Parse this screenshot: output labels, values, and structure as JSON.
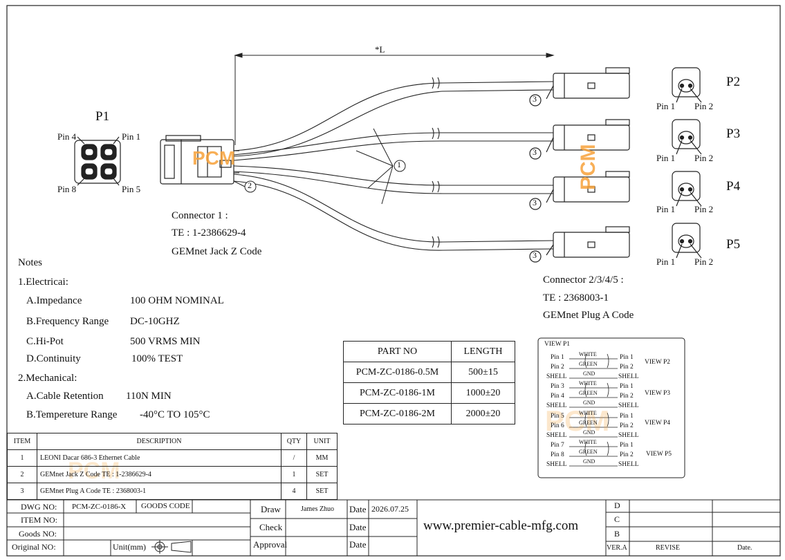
{
  "dimension": {
    "length_label": "*L"
  },
  "connector_p1": {
    "title": "P1",
    "pins": {
      "pin4": "Pin 4",
      "pin1": "Pin 1",
      "pin8": "Pin 8",
      "pin5": "Pin 5"
    },
    "caption": [
      "Connector 1 :",
      "TE : 1-2386629-4",
      "GEMnet Jack Z Code"
    ]
  },
  "connectors_p2_p5": {
    "titles": [
      "P2",
      "P3",
      "P4",
      "P5"
    ],
    "pin_left": "Pin 1",
    "pin_right": "Pin 2",
    "caption": [
      "Connector 2/3/4/5 :",
      "TE : 2368003-1",
      "GEMnet Plug A Code"
    ]
  },
  "callouts": {
    "cable": "1",
    "jack": "2",
    "plug": "3"
  },
  "watermark": "PCM",
  "notes": {
    "title": "Notes",
    "electrical_title": "1.Electricai:",
    "electrical": [
      {
        "label": "A.Impedance",
        "value": "100 OHM NOMINAL"
      },
      {
        "label": "B.Frequency Range",
        "value": "DC-10GHZ"
      },
      {
        "label": "C.Hi-Pot",
        "value": "500 VRMS MIN"
      },
      {
        "label": "D.Continuity",
        "value": "100% TEST"
      }
    ],
    "mechanical_title": "2.Mechanical:",
    "mechanical": [
      {
        "label": "A.Cable Retention",
        "value": "110N MIN"
      },
      {
        "label": "B.Tempereture Range",
        "value": "-40°C TO 105°C"
      }
    ]
  },
  "part_table": {
    "headers": [
      "PART NO",
      "LENGTH"
    ],
    "rows": [
      [
        "PCM-ZC-0186-0.5M",
        "500±15"
      ],
      [
        "PCM-ZC-0186-1M",
        "1000±20"
      ],
      [
        "PCM-ZC-0186-2M",
        "2000±20"
      ]
    ]
  },
  "wiring": {
    "title": "VIEW P1",
    "groups": [
      {
        "view": "VIEW P2",
        "rows": [
          [
            "Pin 1",
            "WHITE",
            "Pin 1"
          ],
          [
            "Pin 2",
            "GREEN",
            "Pin 2"
          ],
          [
            "SHELL",
            "GND",
            "SHELL"
          ]
        ]
      },
      {
        "view": "VIEW P3",
        "rows": [
          [
            "Pin 3",
            "WHITE",
            "Pin 1"
          ],
          [
            "Pin 4",
            "GREEN",
            "Pin 2"
          ],
          [
            "SHELL",
            "GND",
            "SHELL"
          ]
        ]
      },
      {
        "view": "VIEW P4",
        "rows": [
          [
            "Pin 5",
            "WHITE",
            "Pin 1"
          ],
          [
            "Pin 6",
            "GREEN",
            "Pin 2"
          ],
          [
            "SHELL",
            "GND",
            "SHELL"
          ]
        ]
      },
      {
        "view": "VIEW P5",
        "rows": [
          [
            "Pin 7",
            "WHITE",
            "Pin 1"
          ],
          [
            "Pin 8",
            "GREEN",
            "Pin 2"
          ],
          [
            "SHELL",
            "GND",
            "SHELL"
          ]
        ]
      }
    ]
  },
  "items_table": {
    "headers": [
      "ITEM",
      "DESCRIPTION",
      "QTY",
      "UNIT"
    ],
    "rows": [
      [
        "1",
        "LEONI Dacar 686-3 Ethernet Cable",
        "/",
        "MM"
      ],
      [
        "2",
        "GEMnet Jack Z Code TE : 1-2386629-4",
        "1",
        "SET"
      ],
      [
        "3",
        "GEMnet Plug A Code TE : 2368003-1",
        "4",
        "SET"
      ]
    ]
  },
  "title_block": {
    "dwg_no_label": "DWG NO:",
    "dwg_no": "PCM-ZC-0186-X",
    "goods_code_label": "GOODS CODE",
    "item_no_label": "ITEM NO:",
    "goods_no_label": "Goods NO:",
    "original_no_label": "Original NO:",
    "unit_label": "Unit(mm)",
    "draw_label": "Draw",
    "draw_name": "James Zhuo",
    "check_label": "Check",
    "approval_label": "Approval",
    "date_label": "Date",
    "draw_date": "2026.07.25",
    "website": "www.premier-cable-mfg.com",
    "rev_rows": [
      "D",
      "C",
      "B"
    ],
    "rev_headers": [
      "VER.A",
      "REVISE",
      "Date."
    ]
  }
}
